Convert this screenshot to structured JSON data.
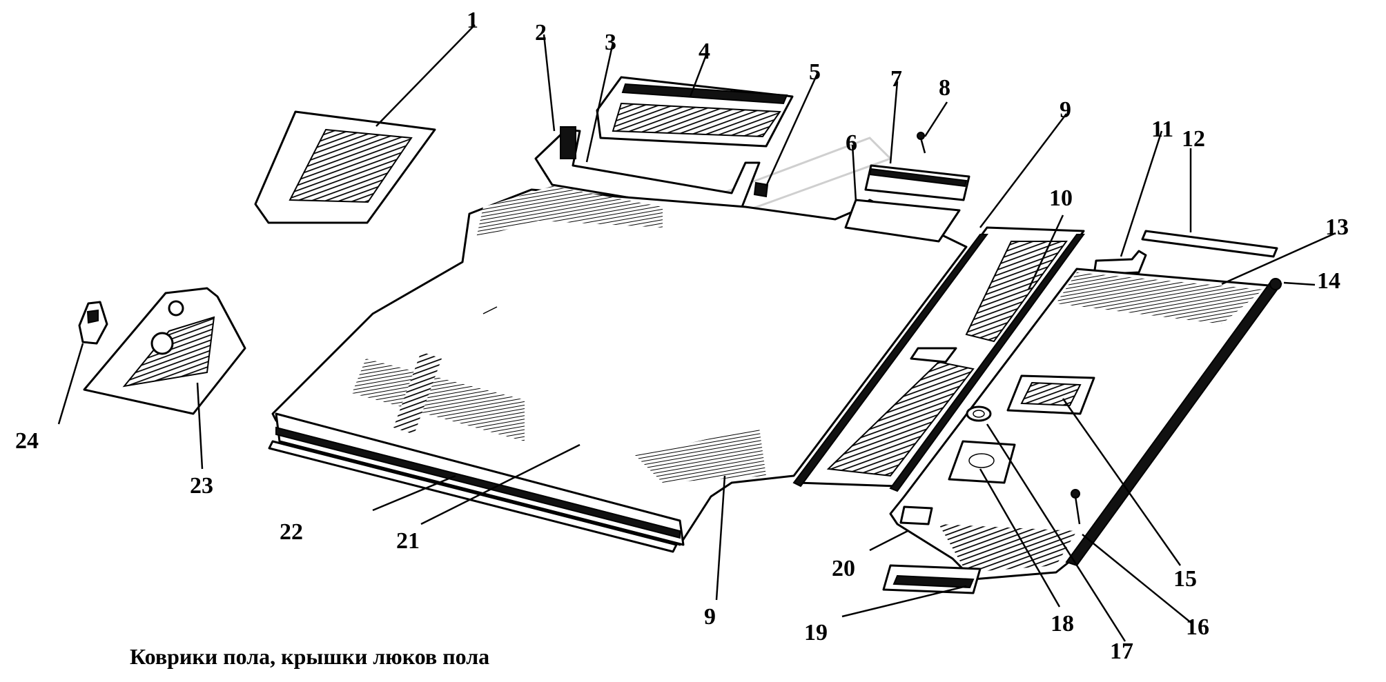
{
  "caption": "Коврики пола, крышки люков пола",
  "callouts": [
    "1",
    "2",
    "3",
    "4",
    "5",
    "6",
    "7",
    "8",
    "9",
    "10",
    "11",
    "12",
    "13",
    "14",
    "15",
    "16",
    "17",
    "18",
    "19",
    "20",
    "21",
    "22",
    "23",
    "24"
  ],
  "callout_9_second": "9"
}
